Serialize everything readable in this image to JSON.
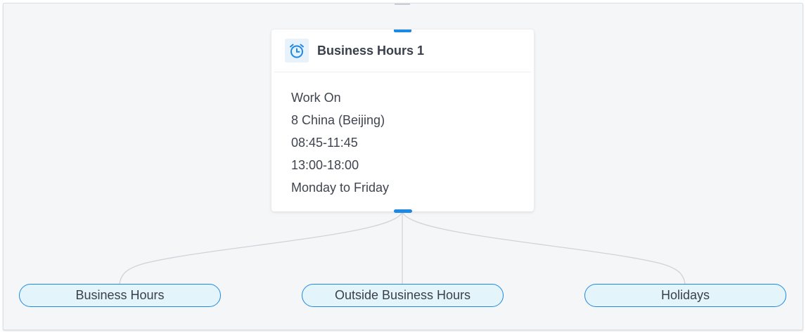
{
  "card": {
    "icon": "alarm-clock-icon",
    "title": "Business Hours 1",
    "lines": [
      "Work On",
      "8 China (Beijing)",
      "08:45-11:45",
      "13:00-18:00",
      "Monday to Friday"
    ]
  },
  "branches": [
    {
      "label": "Business Hours"
    },
    {
      "label": "Outside Business Hours"
    },
    {
      "label": "Holidays"
    }
  ],
  "colors": {
    "accent": "#1e88e5",
    "pill_background": "#e3f5fb",
    "canvas_background": "#f5f6f8",
    "connector": "#cfd3da"
  }
}
